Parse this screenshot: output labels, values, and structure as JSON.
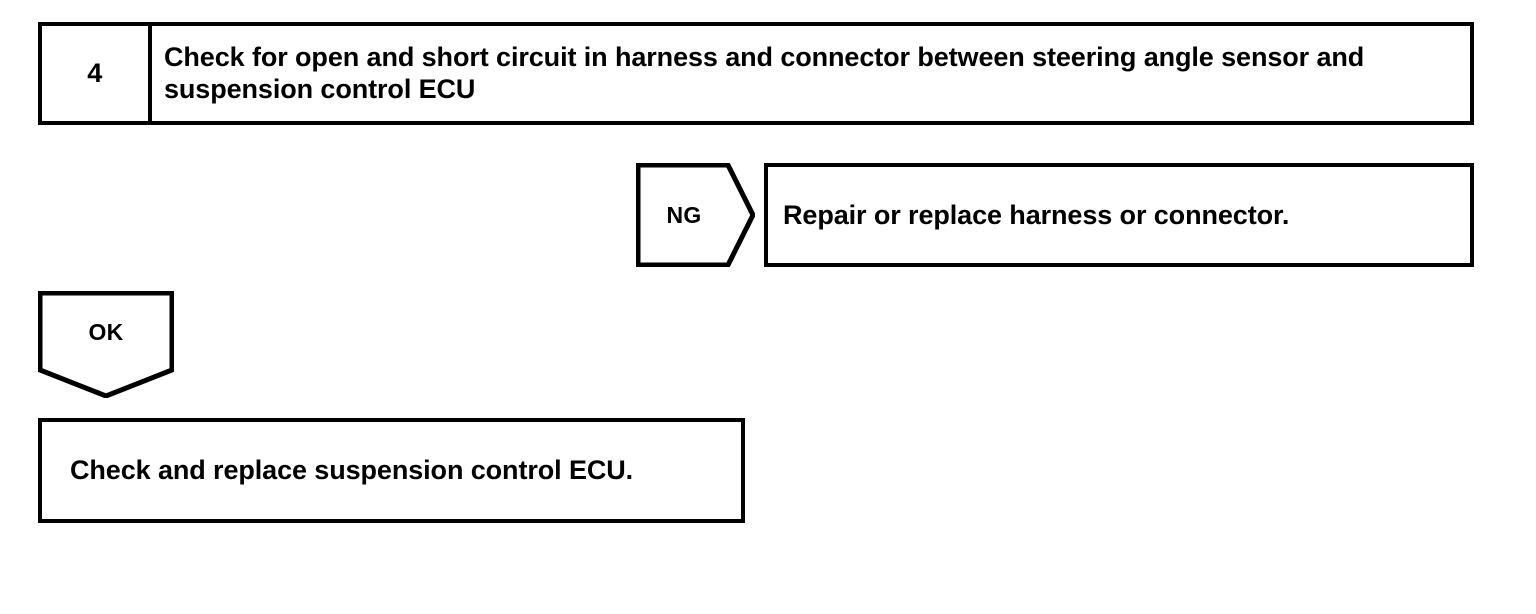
{
  "diagram": {
    "type": "troubleshooting-flowchart",
    "stroke_color": "#000000",
    "background_color": "#ffffff",
    "step": {
      "number": "4",
      "instruction": "Check for open and short circuit in harness and connector between steering angle sensor and suspension control ECU"
    },
    "branches": {
      "ng": {
        "tag_label": "NG",
        "action": "Repair or replace harness or connector."
      },
      "ok": {
        "tag_label": "OK",
        "action": "Check and replace suspension control ECU."
      }
    }
  }
}
